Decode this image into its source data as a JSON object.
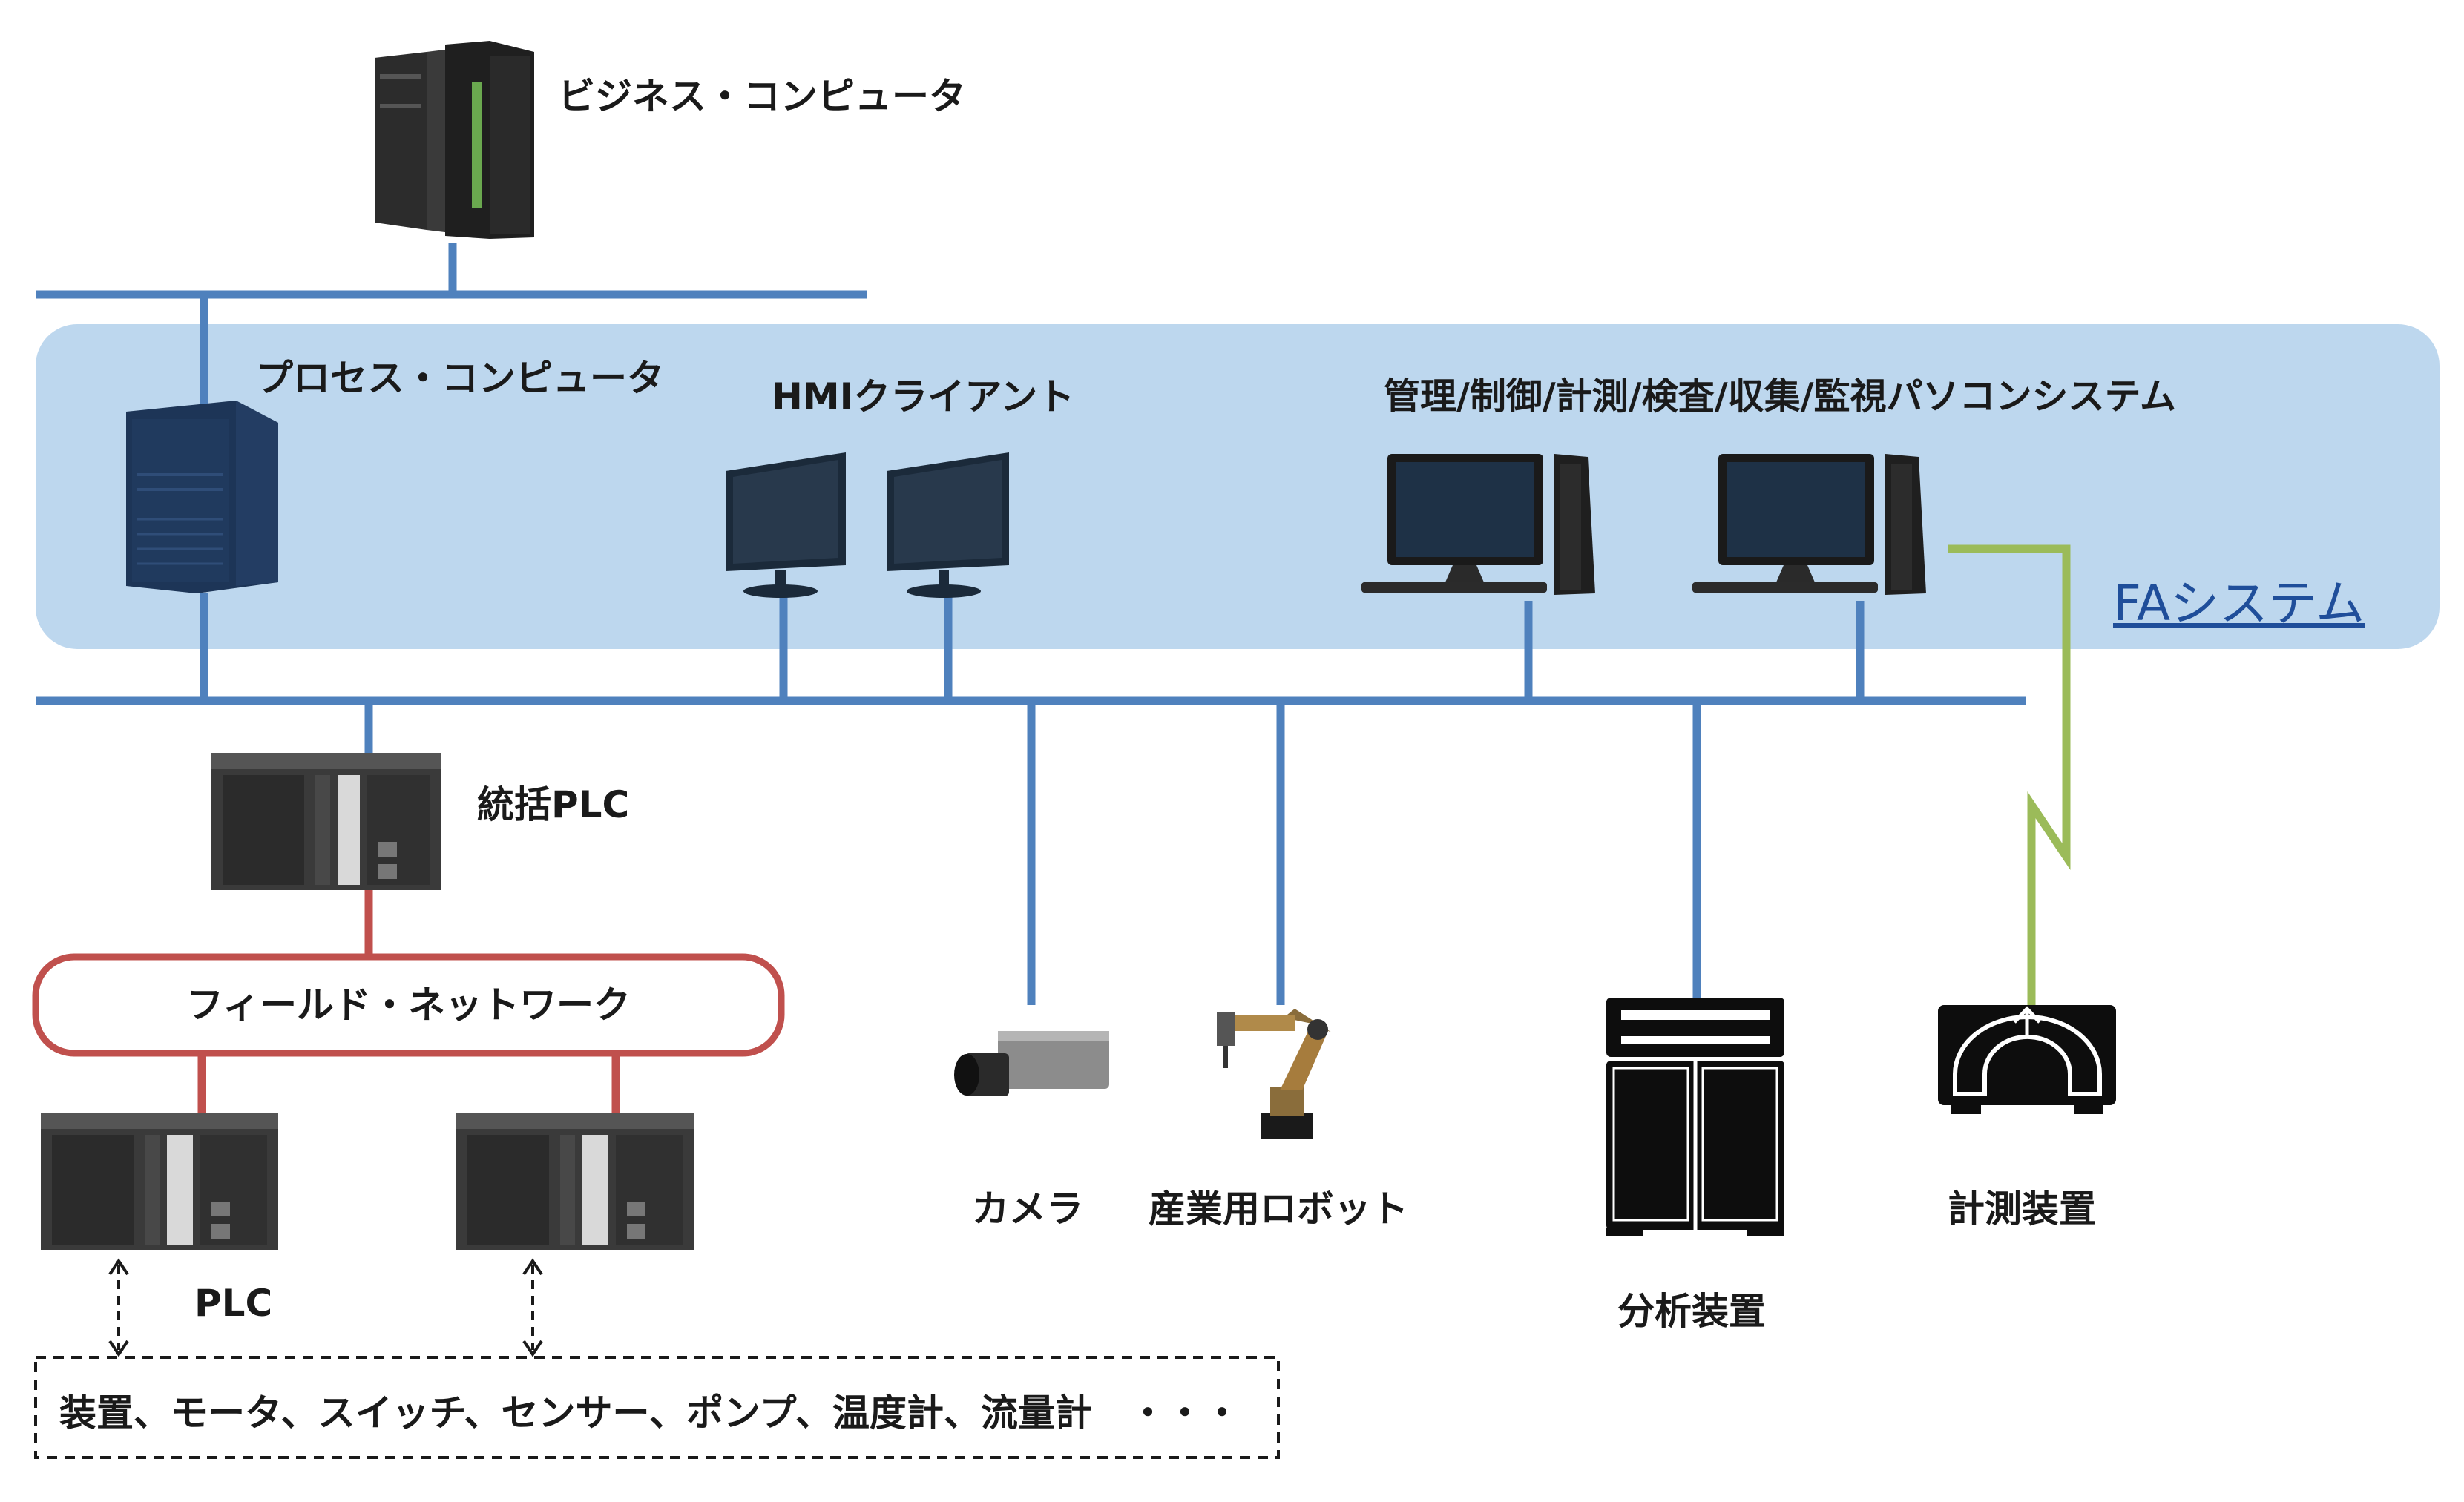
{
  "labels": {
    "business_computer": "ビジネス・コンピュータ",
    "process_computer": "プロセス・コンピュータ",
    "hmi_client": "HMIクライアント",
    "management_pc": "管理/制御/計測/検査/収集/監視パソコンシステム",
    "fa_system": "FAシステム",
    "master_plc": "統括PLC",
    "field_network": "フィールド・ネットワーク",
    "plc": "PLC",
    "devices": "装置、モータ、スイッチ、センサー、ポンプ、温度計、流量計　・・・",
    "camera": "カメラ",
    "robot": "産業用ロボット",
    "analyzer": "分析装置",
    "measuring": "計測装置"
  },
  "colors": {
    "network_line": "#4f81bd",
    "fa_zone_fill": "#bdd7ee",
    "field_network_line": "#c0504d",
    "wireless_link": "#9bbb59",
    "device_black": "#0d0d0d"
  }
}
